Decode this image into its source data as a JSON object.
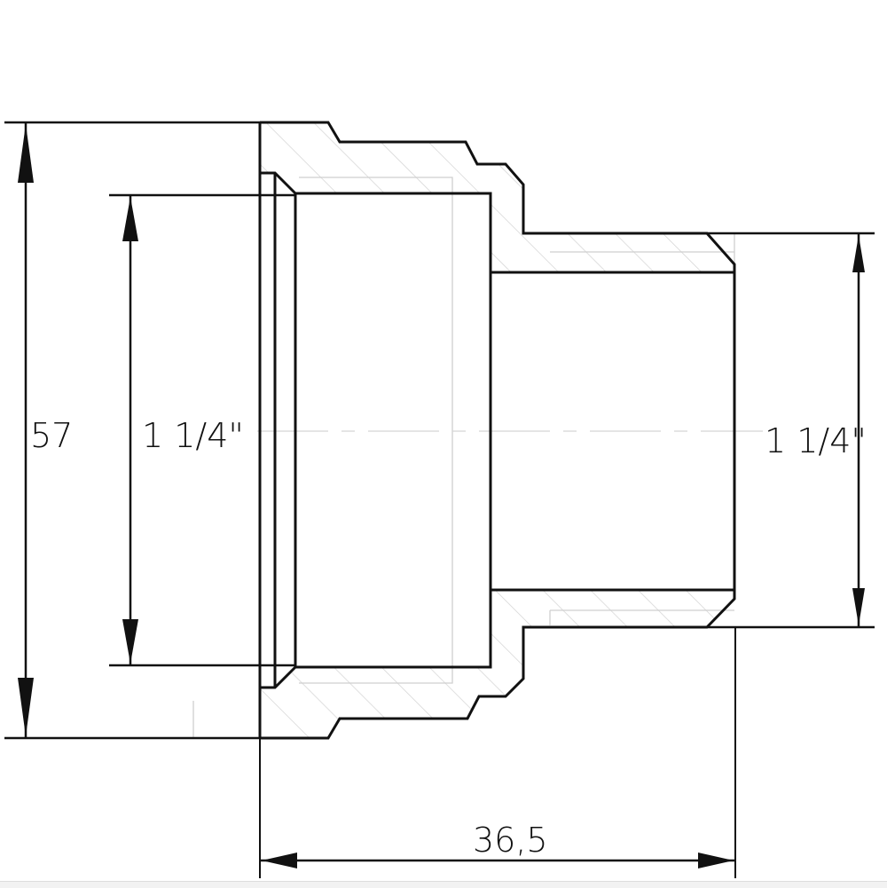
{
  "drawing": {
    "type": "technical-section-drawing",
    "subject": "pipe adapter fitting (female to male thread)",
    "colors": {
      "outline": "#111111",
      "hatch": "#cfcfcf",
      "centerline": "#d0d0d0",
      "background": "#ffffff"
    }
  },
  "dimensions": {
    "overall_height": {
      "label": "57"
    },
    "female_thread": {
      "label": "1 1/4\""
    },
    "male_thread": {
      "label": "1 1/4\""
    },
    "overall_length": {
      "label": "36,5"
    }
  }
}
